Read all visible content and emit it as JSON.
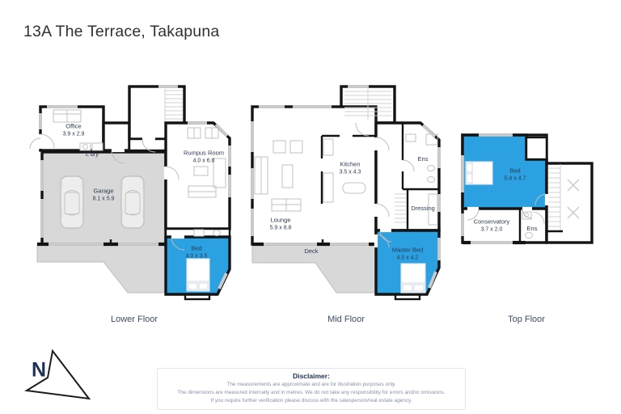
{
  "page": {
    "title": "13A The Terrace, Takapuna"
  },
  "colors": {
    "highlight_blue": "#2BA1E2",
    "floor_gray": "#D8D8D8",
    "wall_black": "#141414",
    "label_navy": "#2C3A52",
    "floor_label": "#3E4C66",
    "disclaimer_text": "#8593A8",
    "title_text": "#2E3033"
  },
  "floors": [
    {
      "name": "Lower Floor",
      "rooms": [
        {
          "label": "Office",
          "dims": "3.9 x 2.9"
        },
        {
          "label": "L'dry",
          "dims": ""
        },
        {
          "label": "Garage",
          "dims": "8.1 x 5.9"
        },
        {
          "label": "Rumpus Room",
          "dims": "4.0 x 6.8"
        },
        {
          "label": "Bed",
          "dims": "4.0 x 3.5"
        }
      ]
    },
    {
      "name": "Mid Floor",
      "rooms": [
        {
          "label": "Kitchen",
          "dims": "3.5 x 4.3"
        },
        {
          "label": "Ens",
          "dims": ""
        },
        {
          "label": "Dressing",
          "dims": ""
        },
        {
          "label": "Lounge",
          "dims": "5.9 x 8.8"
        },
        {
          "label": "Deck",
          "dims": ""
        },
        {
          "label": "Master Bed",
          "dims": "4.0 x 4.2"
        }
      ]
    },
    {
      "name": "Top Floor",
      "rooms": [
        {
          "label": "Bed",
          "dims": "5.4 x 4.7"
        },
        {
          "label": "Conservatory",
          "dims": "3.7 x 2.0"
        },
        {
          "label": "Ens",
          "dims": ""
        }
      ]
    }
  ],
  "compass": {
    "north_label": "N"
  },
  "disclaimer": {
    "title": "Disclaimer:",
    "line1": "The measurements are approximate and are for illustration purposes only.",
    "line2": "The dimensions are measured internally and in metres. We do not take any responsibility for errors and/or omissions.",
    "line3": "If you require further verification please discuss with the salesperson/real estate agency."
  }
}
